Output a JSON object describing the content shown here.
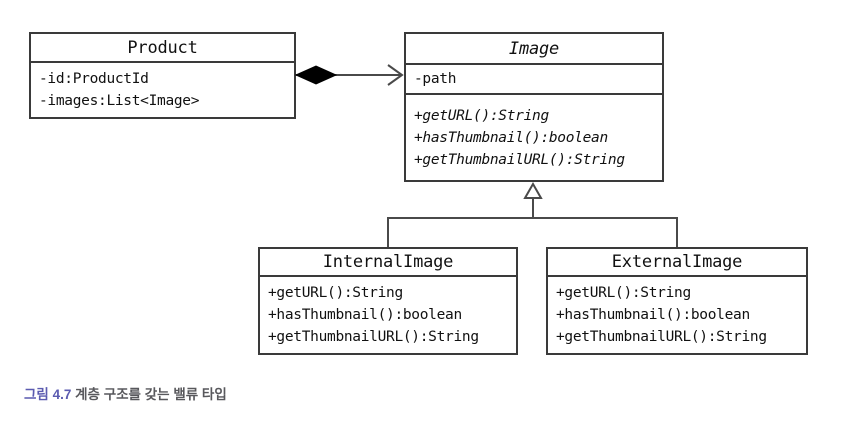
{
  "diagram": {
    "type": "uml-class-diagram",
    "classes": [
      {
        "id": "product",
        "name": "Product",
        "abstract": false,
        "attributes": [
          "-id:ProductId",
          "-images:List<Image>"
        ],
        "operations": []
      },
      {
        "id": "image",
        "name": "Image",
        "abstract": true,
        "attributes": [
          "-path"
        ],
        "operations": [
          "+getURL():String",
          "+hasThumbnail():boolean",
          "+getThumbnailURL():String"
        ]
      },
      {
        "id": "internal-image",
        "name": "InternalImage",
        "abstract": false,
        "attributes": [],
        "operations": [
          "+getURL():String",
          "+hasThumbnail():boolean",
          "+getThumbnailURL():String"
        ]
      },
      {
        "id": "external-image",
        "name": "ExternalImage",
        "abstract": false,
        "attributes": [],
        "operations": [
          "+getURL():String",
          "+hasThumbnail():boolean",
          "+getThumbnailURL():String"
        ]
      }
    ],
    "relationships": [
      {
        "kind": "composition",
        "from": "product",
        "to": "image",
        "source_marker": "filled-diamond",
        "target_marker": "open-arrow"
      },
      {
        "kind": "generalization",
        "from": "internal-image",
        "to": "image",
        "target_marker": "hollow-triangle"
      },
      {
        "kind": "generalization",
        "from": "external-image",
        "to": "image",
        "target_marker": "hollow-triangle"
      }
    ],
    "colors": {
      "border": "#3a3a3a",
      "connector": "#4a4a4a",
      "text": "#111111",
      "background": "#ffffff"
    }
  },
  "caption": {
    "figure_number": "그림 4.7",
    "text": "계층 구조를 갖는 밸류 타입",
    "figure_number_color": "#5b5bb0",
    "text_color": "#58585c"
  }
}
